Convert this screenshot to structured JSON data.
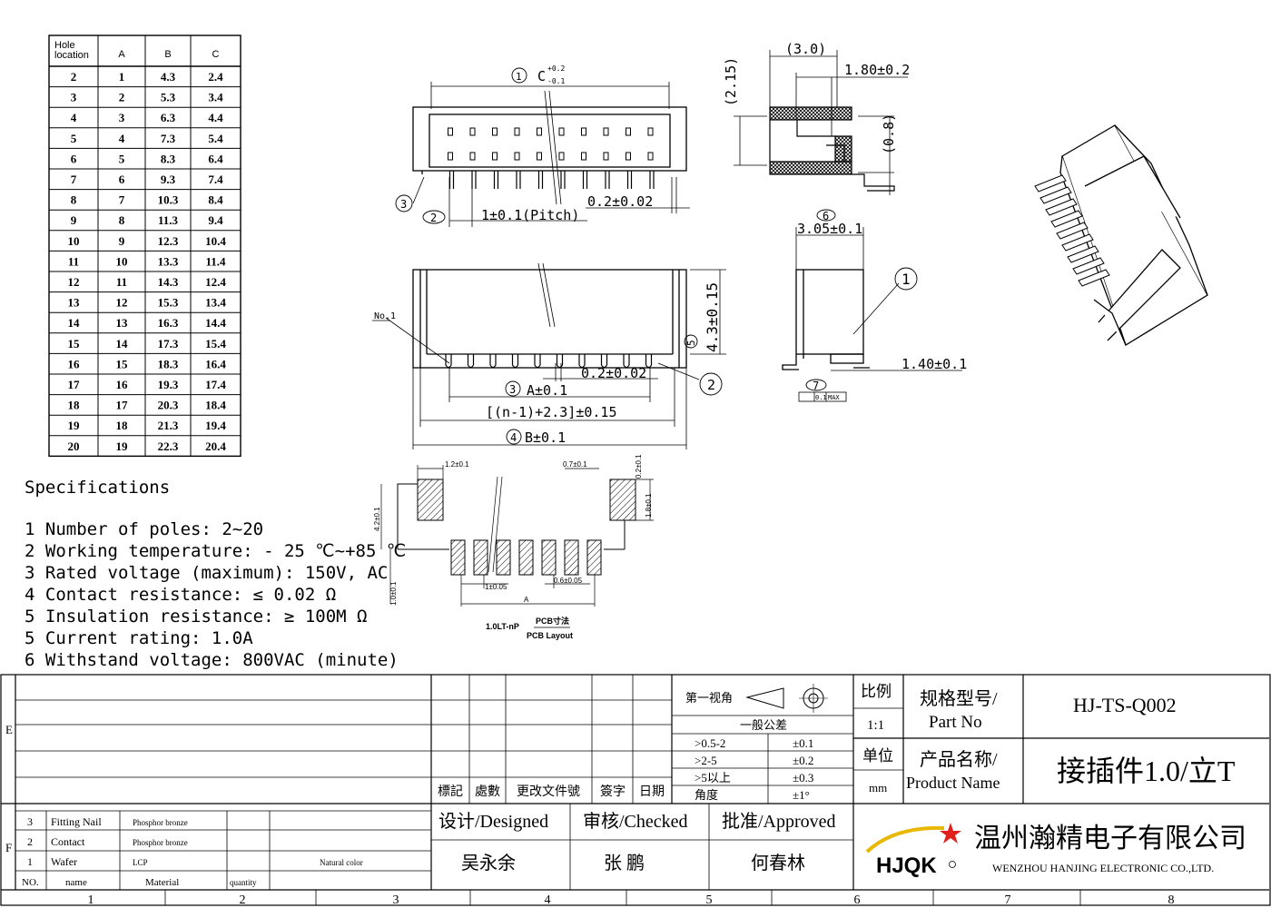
{
  "hole_table": {
    "headers": [
      "Hole\nlocation",
      "A",
      "B",
      "C"
    ],
    "rows": [
      [
        "2",
        "1",
        "4.3",
        "2.4"
      ],
      [
        "3",
        "2",
        "5.3",
        "3.4"
      ],
      [
        "4",
        "3",
        "6.3",
        "4.4"
      ],
      [
        "5",
        "4",
        "7.3",
        "5.4"
      ],
      [
        "6",
        "5",
        "8.3",
        "6.4"
      ],
      [
        "7",
        "6",
        "9.3",
        "7.4"
      ],
      [
        "8",
        "7",
        "10.3",
        "8.4"
      ],
      [
        "9",
        "8",
        "11.3",
        "9.4"
      ],
      [
        "10",
        "9",
        "12.3",
        "10.4"
      ],
      [
        "11",
        "10",
        "13.3",
        "11.4"
      ],
      [
        "12",
        "11",
        "14.3",
        "12.4"
      ],
      [
        "13",
        "12",
        "15.3",
        "13.4"
      ],
      [
        "14",
        "13",
        "16.3",
        "14.4"
      ],
      [
        "15",
        "14",
        "17.3",
        "15.4"
      ],
      [
        "16",
        "15",
        "18.3",
        "16.4"
      ],
      [
        "17",
        "16",
        "19.3",
        "17.4"
      ],
      [
        "18",
        "17",
        "20.3",
        "18.4"
      ],
      [
        "19",
        "18",
        "21.3",
        "19.4"
      ],
      [
        "20",
        "19",
        "22.3",
        "20.4"
      ]
    ]
  },
  "specs": {
    "title": "Specifications",
    "items": [
      "1 Number of poles: 2~20",
      "2 Working temperature: - 25 ℃~+85 ℃",
      "3 Rated voltage (maximum): 150V, AC",
      "4 Contact resistance: ≤ 0.02 Ω",
      "5 Insulation resistance: ≥ 100M Ω",
      "5 Current rating: 1.0A",
      "6 Withstand voltage: 800VAC (minute)"
    ]
  },
  "dims": {
    "c1": "1",
    "c_label": "C",
    "c_tol_up": "+0.2",
    "c_tol_dn": "-0.1",
    "pitch": "1±0.1(Pitch)",
    "pin_w": "0.2±0.02",
    "bubble2": "2",
    "bubble3": "3",
    "side_30": "(3.0)",
    "side_180": "1.80±0.2",
    "side_215": "(2.15)",
    "side_08": "(0.8)",
    "b6": "6",
    "w305": "3.05±0.1",
    "b1": "1",
    "h43": "4.3±0.15",
    "b5": "5",
    "no1": "No.1",
    "pin_w2": "0.2±0.02",
    "b3": "3",
    "a_tol": "A±0.1",
    "n_formula": "[(n-1)+2.3]±0.15",
    "b4": "4",
    "b_tol": "B±0.1",
    "d140": "1.40±0.1",
    "b7": "7",
    "flat_tol": "0.1",
    "flat_max": "MAX"
  },
  "pcb": {
    "d12": "1.2±0.1",
    "d07": "0.7±0.1",
    "d02": "0.2±0.1",
    "d42": "4.2±0.1",
    "d18": "1.8±0.1",
    "d10": "1.0±0.1",
    "d1": "1±0.05",
    "d06": "0.6±0.05",
    "a": "A",
    "caption_left": "1.0LT-nP",
    "caption_top": "PCB寸法",
    "caption_bottom": "PCB Layout"
  },
  "title_block": {
    "row_e": "E",
    "row_f": "F",
    "col_numbers": [
      "1",
      "2",
      "3",
      "4",
      "5",
      "6",
      "7",
      "8"
    ],
    "revision_headers": [
      "標記",
      "處數",
      "更改文件號",
      "簽字",
      "日期"
    ],
    "projection_label": "第一视角",
    "general_tol": "一般公差",
    "tol_rows": [
      [
        ">0.5-2",
        "±0.1"
      ],
      [
        ">2-5",
        "±0.2"
      ],
      [
        ">5以上",
        "±0.3"
      ],
      [
        "角度",
        "±1°"
      ]
    ],
    "scale_label": "比例",
    "scale_value": "1:1",
    "unit_label": "单位",
    "unit_value": "mm",
    "part_no_label_cn": "规格型号/",
    "part_no_label_en": "Part No",
    "part_no": "HJ-TS-Q002",
    "product_name_label_cn": "产品名称/",
    "product_name_label_en": "Product Name",
    "product_name": "接插件1.0/立T",
    "designed_label": "设计/Designed",
    "checked_label": "审核/Checked",
    "approved_label": "批准/Approved",
    "designer": "吴永余",
    "checker": "张  鹏",
    "approver": "何春林",
    "bom": [
      [
        "3",
        "Fitting Nail",
        "Phosphor bronze",
        ""
      ],
      [
        "2",
        "Contact",
        "Phosphor bronze",
        ""
      ],
      [
        "1",
        "Wafer",
        "LCP",
        "Natural color"
      ]
    ],
    "bom_headers": [
      "NO.",
      "name",
      "Material",
      "quantity"
    ],
    "company_cn": "温州瀚精电子有限公司",
    "company_en": "WENZHOU HANJING ELECTRONIC CO.,LTD.",
    "logo_text": "HJQK"
  }
}
